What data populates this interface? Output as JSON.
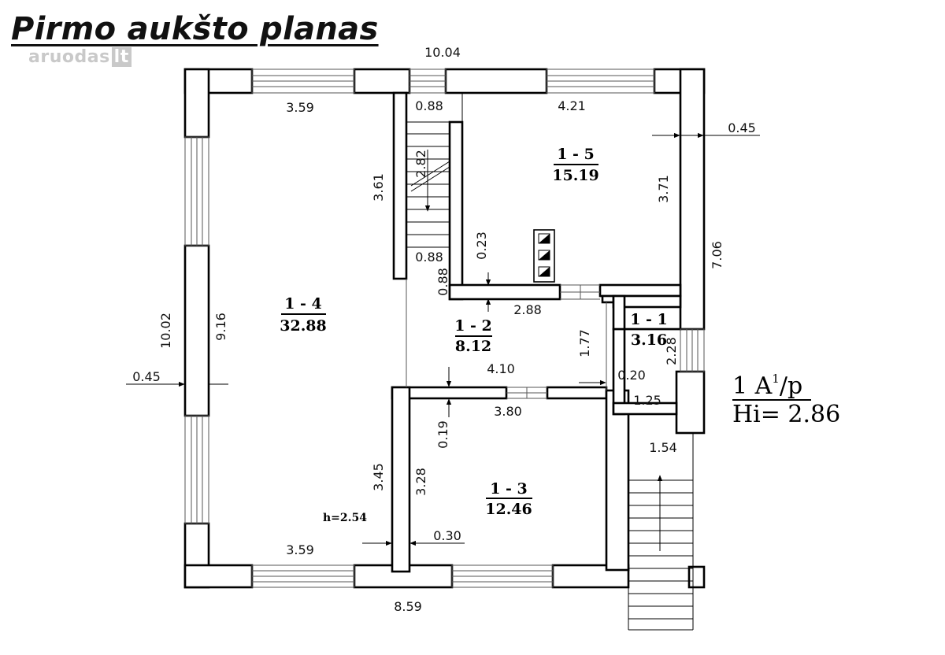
{
  "title": "Pirmo aukšto planas",
  "watermark": {
    "brand": "aruodas",
    "suffix": "lt"
  },
  "rooms": [
    {
      "id": "1 - 4",
      "area": "32.88"
    },
    {
      "id": "1 - 5",
      "area": "15.19"
    },
    {
      "id": "1 - 2",
      "area": "8.12"
    },
    {
      "id": "1 - 1",
      "area": "3.16"
    },
    {
      "id": "1 - 3",
      "area": "12.46"
    }
  ],
  "dimensions": {
    "top_total": "10.04",
    "bottom_total": "8.59",
    "left_total": "10.02",
    "right_total": "7.06",
    "left_wall": "0.45",
    "right_wall": "0.45",
    "r4_top": "3.59",
    "r4_bottom": "3.59",
    "r4_height": "9.16",
    "r4_upper": "3.61",
    "r4_lower": "3.45",
    "stair_top": "0.88",
    "stair_mid": "0.88",
    "stair_vert": "0.88",
    "stair_len": "2.82",
    "r5_width": "4.21",
    "r5_height": "3.71",
    "r5_small": "0.23",
    "hall_width": "2.88",
    "hall_height": "1.77",
    "hall_lower": "4.10",
    "r1_wall": "0.20",
    "r1_side": "2.28",
    "r1_width": "1.25",
    "porch": "1.54",
    "r3_width": "3.80",
    "r3_height": "3.28",
    "r3_small": "0.19",
    "r3_wall": "0.30"
  },
  "notes": {
    "ceiling_r4": "h=2.54"
  },
  "legend": {
    "line1": "1 A",
    "sup": "1",
    "line1_end": "/p",
    "line2": "Hi= 2.86"
  }
}
